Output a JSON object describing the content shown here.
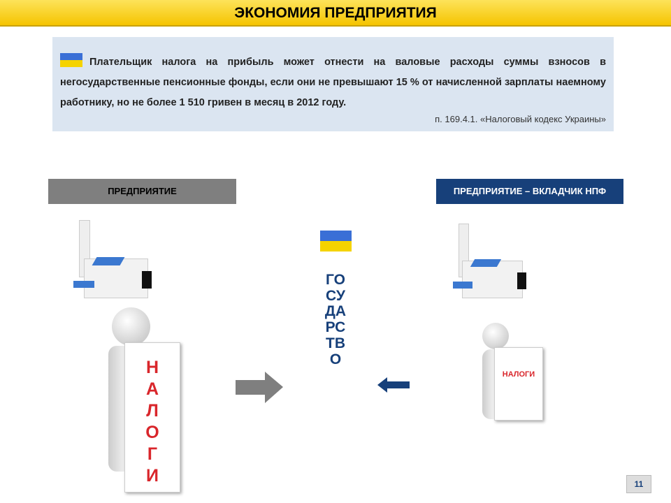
{
  "title": "ЭКОНОМИЯ ПРЕДПРИЯТИЯ",
  "info": {
    "text": "Плательщик налога на прибыль может отнести на валовые расходы суммы взносов в негосударственные пенсионные фонды, если они не превышают 15 % от начисленной зарплаты наемному работнику, но не более 1 510 гривен в месяц в 2012 году.",
    "source": "п. 169.4.1. «Налоговый кодекс Украины»"
  },
  "left_header": "ПРЕДПРИЯТИЕ",
  "right_header": "ПРЕДПРИЯТИЕ – ВКЛАДЧИК НПФ",
  "left_sign": "НАЛОГИ",
  "right_sign": "НАЛОГИ",
  "state": "ГОСУДАРСТВО",
  "colors": {
    "yellow": "#f5c400",
    "navy": "#17407a",
    "red": "#d9262b",
    "blue": "#3b78d0"
  },
  "page_number": "11"
}
